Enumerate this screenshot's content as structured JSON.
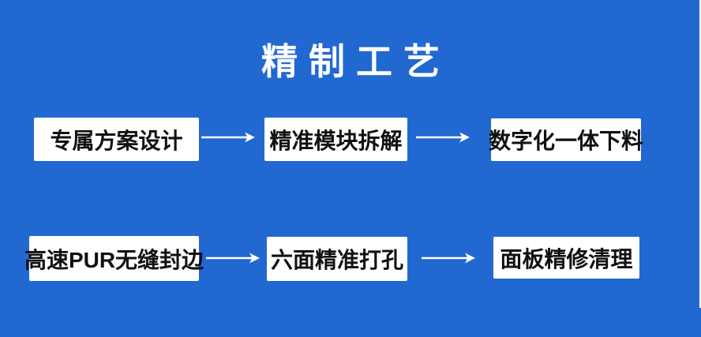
{
  "page": {
    "title": "精制工艺"
  },
  "flow": {
    "rows": [
      {
        "steps": [
          {
            "label": "专属方案设计"
          },
          {
            "label": "精准模块拆解"
          },
          {
            "label": "数字化一体下料"
          }
        ]
      },
      {
        "steps": [
          {
            "label": "高速PUR无缝封边"
          },
          {
            "label": "六面精准打孔"
          },
          {
            "label": "面板精修清理"
          }
        ]
      }
    ]
  },
  "icons": {
    "arrow": "right-arrow"
  },
  "colors": {
    "background": "#2268d1",
    "title_text": "#ffffff",
    "box_background": "#ffffff",
    "box_text": "#111111",
    "arrow": "#ffffff"
  }
}
